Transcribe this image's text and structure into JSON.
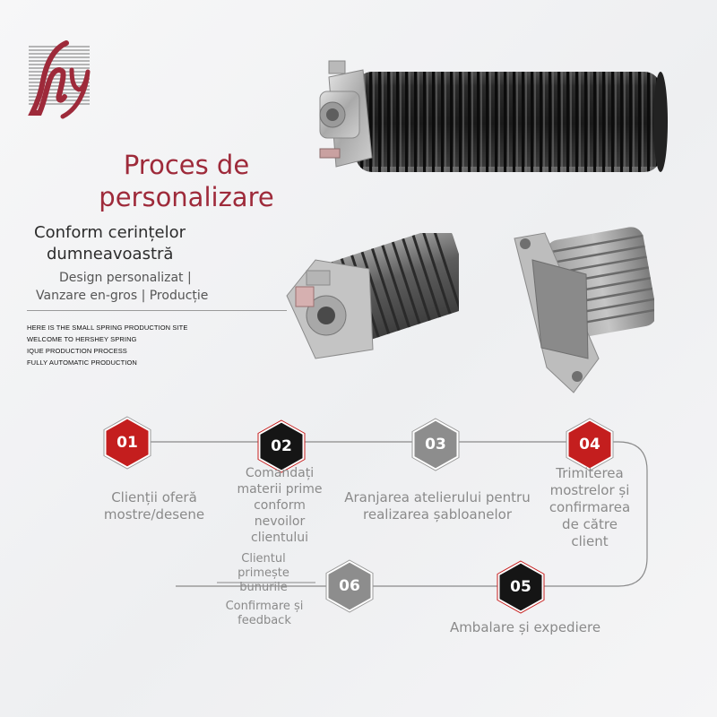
{
  "header": {
    "title_line1": "Proces de",
    "title_line2": "personalizare",
    "subtitle_line1": "Conform cerințelor",
    "subtitle_line2": "dumneavoastră",
    "services_line1": "Design personalizat |",
    "services_line2": "Vanzare en-gros | Producție",
    "small_lines": [
      "HERE IS THE SMALL SPRING PRODUCTION SITE",
      "WELCOME TO HERSHEY SPRING",
      "IQUE PRODUCTION PROCESS",
      "FULLY AUTOMATIC PRODUCTION"
    ]
  },
  "colors": {
    "brand": "#9e2a3a",
    "step_red": "#c41e1e",
    "step_black": "#151515",
    "step_grey": "#8d8d8d",
    "step_text": "#8a8a8a"
  },
  "steps": [
    {
      "number": "01",
      "color": "red",
      "lines": [
        "Clienții oferă",
        "mostre/desene"
      ]
    },
    {
      "number": "02",
      "color": "black",
      "lines": [
        "Comandați",
        "materii prime",
        "conform",
        "nevoilor",
        "clientului"
      ]
    },
    {
      "number": "03",
      "color": "grey",
      "lines": [
        "Aranjarea atelierului pentru",
        "realizarea șabloanelor"
      ]
    },
    {
      "number": "04",
      "color": "red",
      "lines": [
        "Trimiterea",
        "mostrelor și",
        "confirmarea",
        "de către",
        "client"
      ]
    },
    {
      "number": "05",
      "color": "black",
      "lines": [
        "Ambalare și expediere"
      ]
    },
    {
      "number": "06",
      "color": "grey",
      "lines_top": [
        "Clientul",
        "primește",
        "bunurile"
      ],
      "lines_bottom": [
        "Confirmare și",
        "feedback"
      ]
    }
  ],
  "icons": {
    "logo": "hy-logo-icon",
    "photo1": "torsion-spring-photo",
    "photo2": "spring-cone-photo",
    "photo3": "spring-plate-photo"
  }
}
